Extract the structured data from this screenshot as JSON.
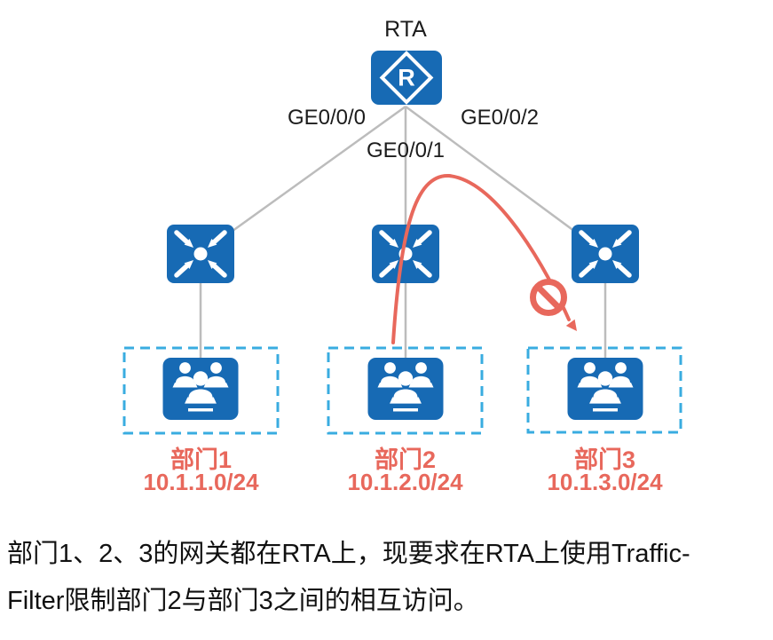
{
  "diagram": {
    "router": {
      "label": "RTA",
      "icon_letter": "R"
    },
    "interfaces": [
      {
        "label": "GE0/0/0"
      },
      {
        "label": "GE0/0/1"
      },
      {
        "label": "GE0/0/2"
      }
    ],
    "departments": [
      {
        "label": "部门1",
        "subnet": "10.1.1.0/24"
      },
      {
        "label": "部门2",
        "subnet": "10.1.2.0/24"
      },
      {
        "label": "部门3",
        "subnet": "10.1.3.0/24"
      }
    ]
  },
  "caption": {
    "line1": "部门1、2、3的网关都在RTA上，现要求在RTA上使用Traffic-",
    "line2": "Filter限制部门2与部门3之间的相互访问。"
  },
  "colors": {
    "node_blue": "#176ab4",
    "dashed_box_blue": "#39ace0",
    "alert_red": "#e8685c",
    "link_gray": "#bcbcbc"
  }
}
